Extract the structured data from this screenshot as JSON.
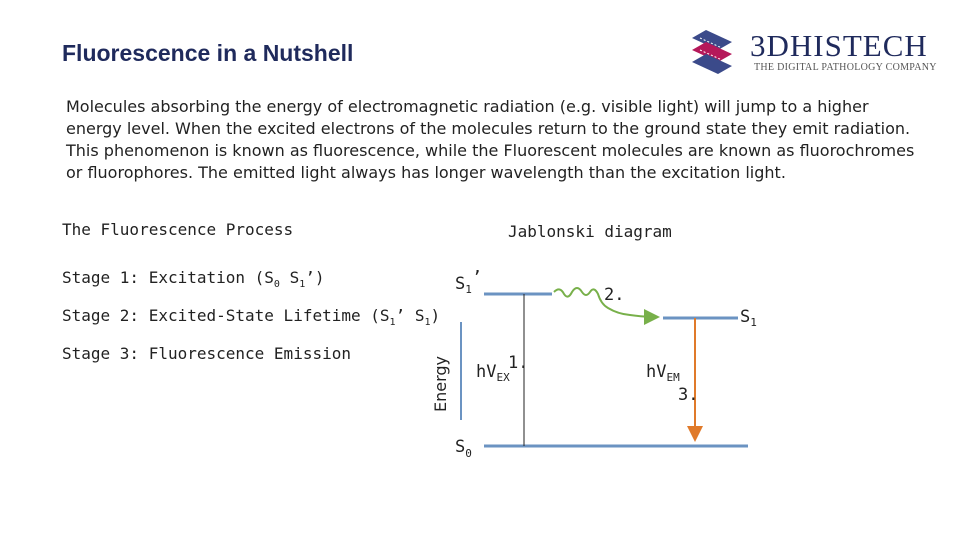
{
  "slide": {
    "title": "Fluorescence in a Nutshell",
    "logo": {
      "name": "3DHISTECH",
      "tagline": "THE DIGITAL PATHOLOGY COMPANY"
    },
    "intro": "Molecules absorbing the energy of electromagnetic radiation (e.g. visible light) will jump to a higher energy level. When the excited electrons of the molecules return to the ground state they emit radiation. This phenomenon is known as fluorescence, while the Fluorescent molecules are known as fluorochromes or fluorophores. The emitted light always has longer wavelength than the excitation light."
  },
  "process": {
    "heading": "The Fluorescence Process",
    "stage1": {
      "text": "Stage 1: Excitation (S",
      "sub_a": "0",
      "mid": " S",
      "sub_b": "1",
      "end": "’)"
    },
    "stage2": {
      "text": "Stage 2: Excited-State Lifetime (S",
      "sub_a": "1",
      "mid": "’ S",
      "sub_b": "1",
      "end": ")"
    },
    "stage3": {
      "text": "Stage 3: Fluorescence Emission"
    }
  },
  "jablonski": {
    "heading": "Jablonski diagram",
    "axis_label": "Energy",
    "s1_prime": {
      "main": "S",
      "sub": "1",
      "suffix": "’"
    },
    "s1": {
      "main": "S",
      "sub": "1"
    },
    "s0": {
      "main": "S",
      "sub": "0"
    },
    "ex": {
      "main": "hV",
      "sub": "EX"
    },
    "em": {
      "main": "hV",
      "sub": "EM"
    },
    "step1": "1.",
    "step2": "2.",
    "step3": "3.",
    "colors": {
      "level": "#6b93c2",
      "relax": "#78b04a",
      "emission": "#e07a2a",
      "axis": "#6b93c2",
      "brand": "#1f2a5c",
      "logo_accent": "#b5185a"
    }
  }
}
